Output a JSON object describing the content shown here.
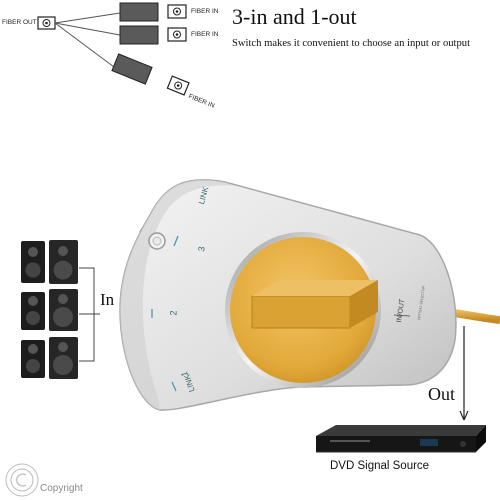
{
  "header": {
    "title": "3-in and 1-out",
    "subtitle": "Switch makes it convenient to choose an input or output"
  },
  "diagram": {
    "fiber_out_label": "FIBER OUT",
    "fiber_in_labels": [
      "FIBER IN",
      "FIBER IN",
      "FIBER IN"
    ]
  },
  "device": {
    "port_link_top": "LINK",
    "port_link_bottom": "LINK",
    "numbers": [
      "3",
      "2",
      "1"
    ],
    "in_out_label": "IN/OUT",
    "optical_selector_label": "OPTICAL SELECTOR"
  },
  "labels": {
    "in": "In",
    "out": "Out",
    "dvd": "DVD Signal Source",
    "copyright": "Copyright"
  },
  "colors": {
    "knob": "#e2a93a",
    "body": "#e6e6e6",
    "cable": "#e0a640"
  }
}
